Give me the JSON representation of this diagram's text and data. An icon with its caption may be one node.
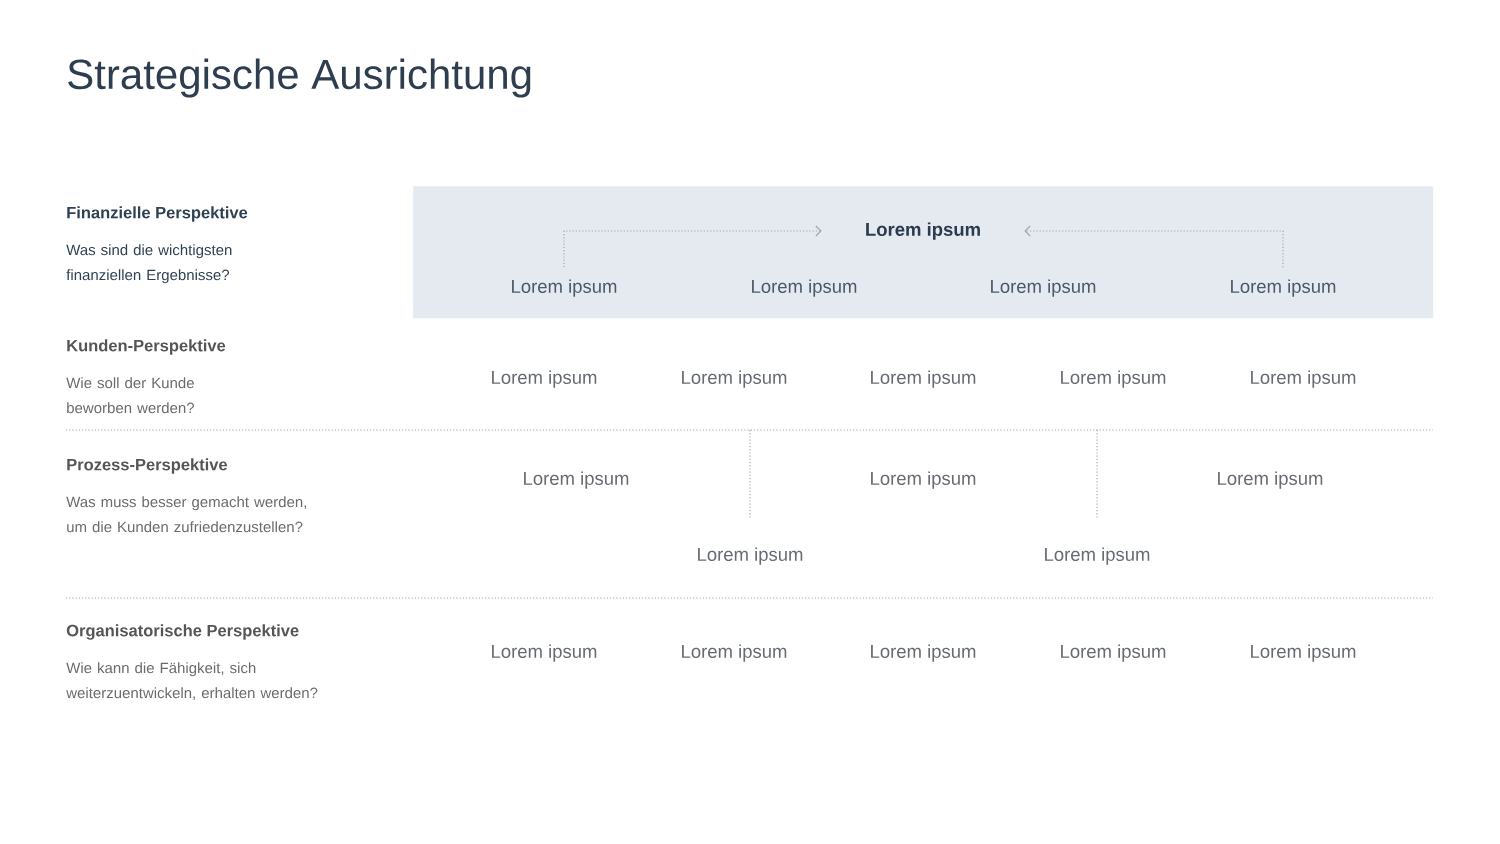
{
  "diagram": {
    "title": "Strategische Ausrichtung",
    "nodes": [
      {
        "text": [],
        "shape": "box"
      },
      {
        "text": [
          "Lorem ipsum"
        ],
        "in": 0
      },
      {
        "text": [
          "Lorem ipsum"
        ],
        "in": 0
      },
      {
        "text": [
          "Lorem ipsum"
        ],
        "in": 0
      },
      {
        "text": [
          "Lorem ipsum"
        ],
        "in": 0
      },
      {
        "text": [
          "Lorem ipsum"
        ],
        "in": 0
      }
    ],
    "edges": [
      {
        "from": 2,
        "to": 1,
        "arrow": "to",
        "style": "dashed"
      },
      {
        "from": 5,
        "to": 1,
        "arrow": "to",
        "style": "dashed"
      }
    ],
    "labels": [
      "Finanzielle Perspektive",
      "Was sind die wichtigsten finanziellen Ergebnisse?",
      "Kunden-Perspektive",
      "Wie soll der Kunde beworben werden?",
      "Lorem ipsum",
      "Lorem ipsum",
      "Lorem ipsum",
      "Lorem ipsum",
      "Lorem ipsum",
      "Prozess-Perspektive",
      "Was muss besser gemacht werden, um die Kunden zufriedenzustellen?",
      "Lorem ipsum",
      "Lorem ipsum",
      "Lorem ipsum",
      "Lorem ipsum",
      "Lorem ipsum",
      "Organisatorische Perspektive",
      "Wie kann die Fähigkeit, sich weiterzuentwickeln, erhalten werden?",
      "Lorem ipsum",
      "Lorem ipsum",
      "Lorem ipsum",
      "Lorem ipsum",
      "Lorem ipsum"
    ]
  }
}
